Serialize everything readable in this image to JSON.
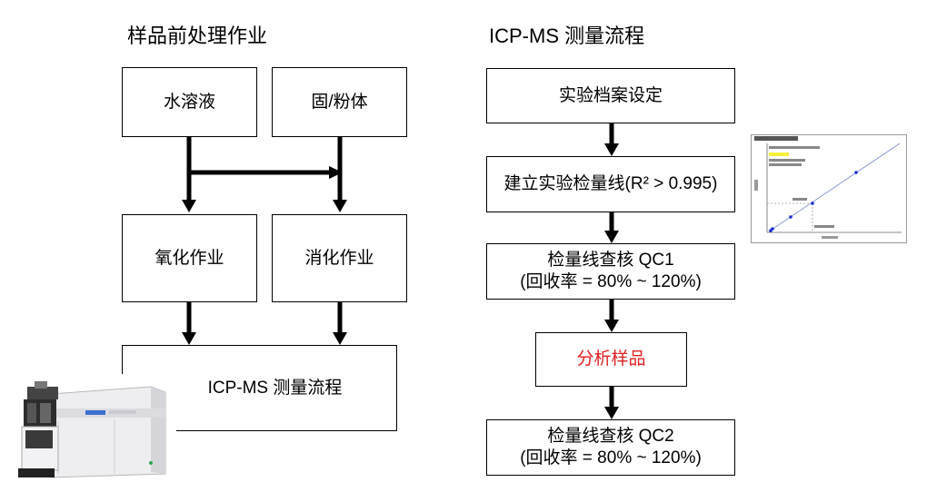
{
  "left_title": "样品前处理作业",
  "right_title": "ICP-MS 测量流程",
  "left": {
    "aqueous": "水溶液",
    "solid": "固/粉体",
    "oxidation": "氧化作业",
    "digestion": "消化作业",
    "measure": "ICP-MS 测量流程"
  },
  "right": {
    "step1": "实验档案设定",
    "step2": "建立实验检量线(R² > 0.995)",
    "step3_line1": "检量线查核 QC1",
    "step3_line2": "(回收率 = 80% ~ 120%)",
    "step4": "分析样品",
    "step5_line1": "检量线查核 QC2",
    "step5_line2": "(回收率 = 80% ~ 120%)"
  },
  "colors": {
    "accent_red": "#e02020",
    "arrow": "#000000",
    "plot_point": "#1a2fd0"
  }
}
